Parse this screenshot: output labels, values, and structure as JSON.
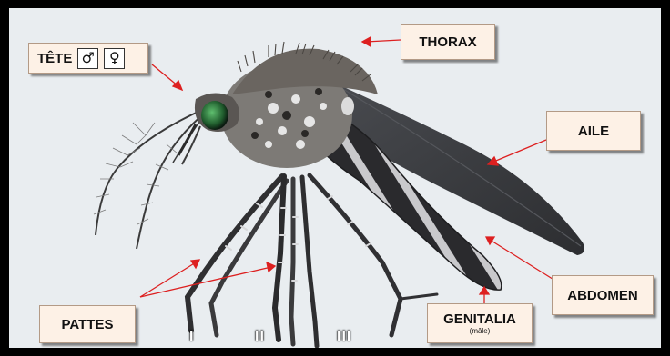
{
  "labels": {
    "tete": "TÊTE",
    "male_symbol": "♂",
    "female_symbol": "♀",
    "thorax": "THORAX",
    "aile": "AILE",
    "abdomen": "ABDOMEN",
    "genitalia": "GENITALIA",
    "genitalia_sub": "(mâle)",
    "pattes": "PATTES"
  },
  "leg_numbers": [
    "I",
    "II",
    "III"
  ],
  "colors": {
    "background": "#e9edf0",
    "frame": "#000000",
    "label_fill": "#fdf1e6",
    "arrow": "#dd2020"
  }
}
